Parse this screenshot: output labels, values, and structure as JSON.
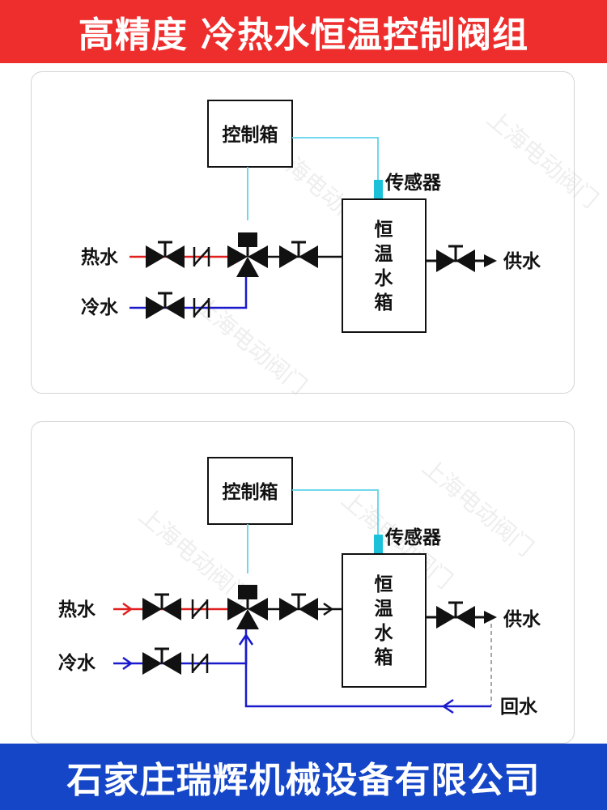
{
  "title": "高精度 冷热水恒温控制阀组",
  "company": "石家庄瑞辉机械设备有限公司",
  "watermark": "上海电动阀门",
  "colors": {
    "banner_red": "#ee2d2d",
    "banner_blue": "#1546c8",
    "hot_line": "#e02020",
    "cold_line": "#1a1acc",
    "signal_line": "#5fd3ea",
    "sensor": "#1bc1d9",
    "valve": "#111111"
  },
  "diagram_top": {
    "control_box": "控制箱",
    "sensor": "传感器",
    "tank": [
      "恒",
      "温",
      "水",
      "箱"
    ],
    "hot_water": "热水",
    "cold_water": "冷水",
    "supply": "供水"
  },
  "diagram_bottom": {
    "control_box": "控制箱",
    "sensor": "传感器",
    "tank": [
      "恒",
      "温",
      "水",
      "箱"
    ],
    "hot_water": "热水",
    "cold_water": "冷水",
    "supply": "供水",
    "return": "回水"
  }
}
